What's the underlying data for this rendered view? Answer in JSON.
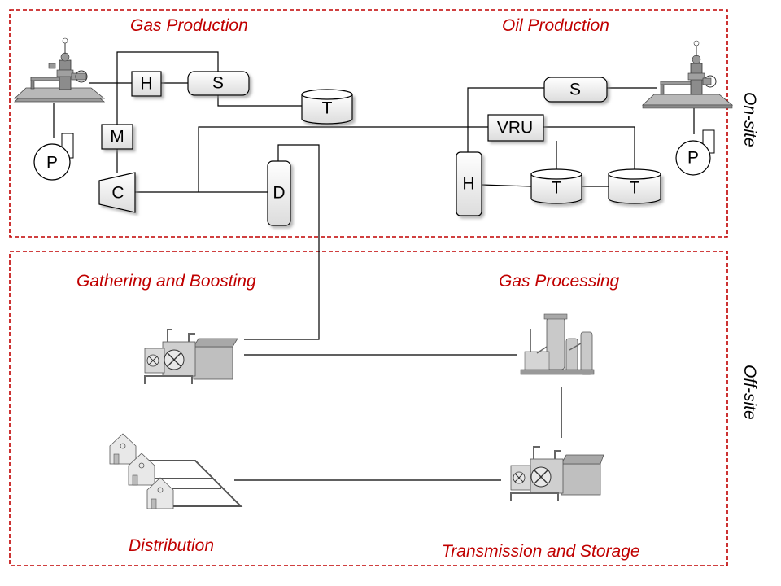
{
  "sections": {
    "gas_production": "Gas Production",
    "oil_production": "Oil Production",
    "gathering_boosting": "Gathering and Boosting",
    "gas_processing": "Gas Processing",
    "distribution": "Distribution",
    "transmission_storage": "Transmission and Storage"
  },
  "side_labels": {
    "on_site": "On-site",
    "off_site": "Off-site"
  },
  "equipment": {
    "gas_heater": "H",
    "gas_separator": "S",
    "gas_tank": "T",
    "gas_meter": "M",
    "gas_compressor": "C",
    "gas_dehydrator": "D",
    "gas_pump": "P",
    "oil_separator": "S",
    "oil_vru": "VRU",
    "oil_heater": "H",
    "oil_tank_1": "T",
    "oil_tank_2": "T",
    "oil_pump": "P"
  },
  "colors": {
    "section_title": "#c00000",
    "boundary": "#c00000",
    "equipment_fill": "#f2f2f2",
    "facility_gray": "#bfbfbf"
  }
}
